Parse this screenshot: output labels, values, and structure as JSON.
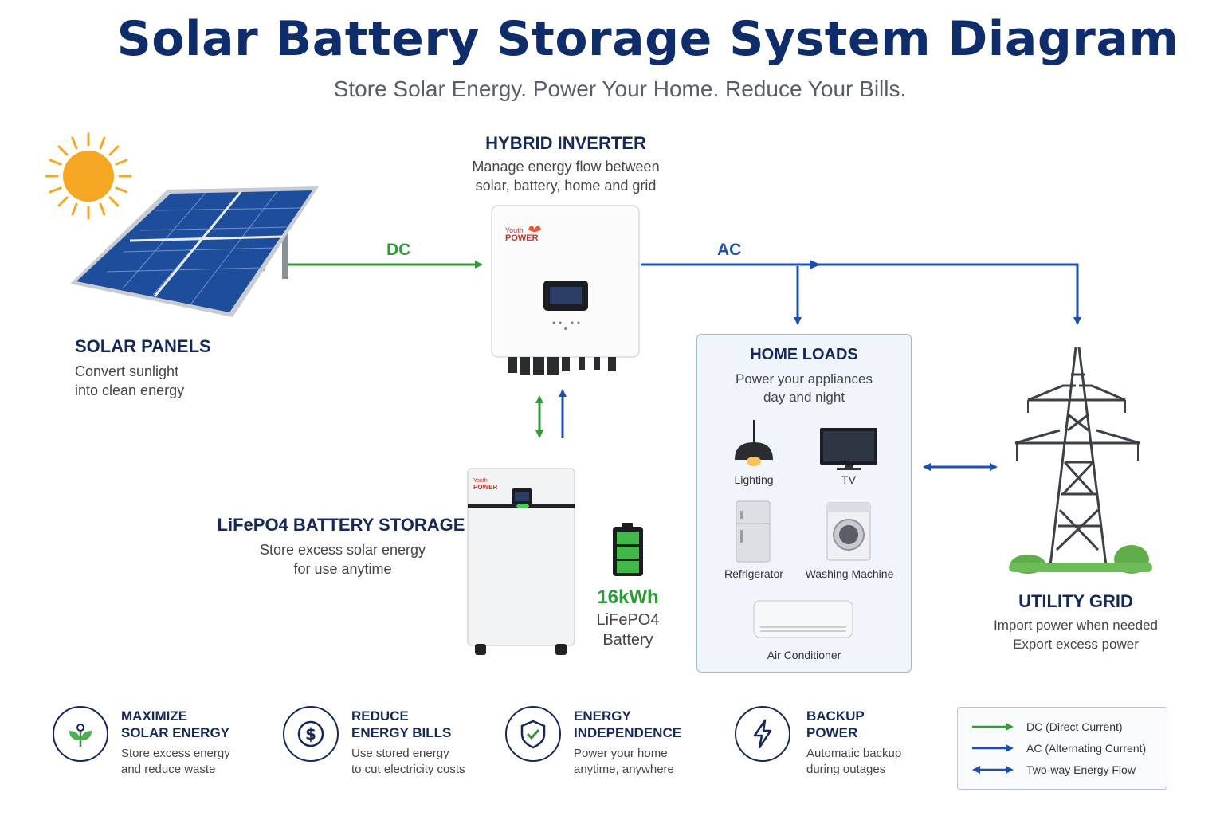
{
  "header": {
    "title": "Solar Battery Storage System Diagram",
    "subtitle": "Store Solar Energy. Power Your Home. Reduce Your Bills."
  },
  "components": {
    "solar_panels": {
      "title": "SOLAR PANELS",
      "desc": [
        "Convert sunlight",
        "into clean energy"
      ]
    },
    "inverter": {
      "title": "HYBRID INVERTER",
      "desc": [
        "Manage energy flow between",
        "solar, battery, home and grid"
      ],
      "brand": [
        "Youth",
        "POWER"
      ]
    },
    "battery": {
      "title": "LiFePO4 BATTERY STORAGE",
      "desc": [
        "Store excess solar energy",
        "for use anytime"
      ],
      "capacity": "16kWh",
      "type": [
        "LiFePO4",
        "Battery"
      ],
      "brand": [
        "Youth",
        "POWER"
      ]
    },
    "home_loads": {
      "title": "HOME LOADS",
      "desc": [
        "Power your appliances",
        "day and night"
      ],
      "appliances": [
        "Lighting",
        "TV",
        "Refrigerator",
        "Washing Machine",
        "Air Conditioner"
      ]
    },
    "grid": {
      "title": "UTILITY GRID",
      "desc": [
        "Import power when needed",
        "Export excess power"
      ]
    }
  },
  "flows": {
    "dc_label": "DC",
    "ac_label": "AC"
  },
  "features": [
    {
      "title": [
        "MAXIMIZE",
        "SOLAR ENERGY"
      ],
      "desc": [
        "Store excess energy",
        "and reduce waste"
      ],
      "icon": "sprout-icon"
    },
    {
      "title": [
        "REDUCE",
        "ENERGY BILLS"
      ],
      "desc": [
        "Use stored energy",
        "to cut electricity costs"
      ],
      "icon": "dollar-icon"
    },
    {
      "title": [
        "ENERGY",
        "INDEPENDENCE"
      ],
      "desc": [
        "Power your home",
        "anytime, anywhere"
      ],
      "icon": "shield-check-icon"
    },
    {
      "title": [
        "BACKUP",
        "POWER"
      ],
      "desc": [
        "Automatic backup",
        "during outages"
      ],
      "icon": "lightning-icon"
    }
  ],
  "legend": [
    {
      "label": "DC (Direct Current)",
      "color": "#2e9b37"
    },
    {
      "label": "AC (Alternating Current)",
      "color": "#1c4fb0"
    },
    {
      "label": "Two-way Energy Flow",
      "color": "#1c4fb0"
    }
  ],
  "colors": {
    "dc": "#2e9b37",
    "ac": "#1c4fb0",
    "navy": "#14285a"
  }
}
